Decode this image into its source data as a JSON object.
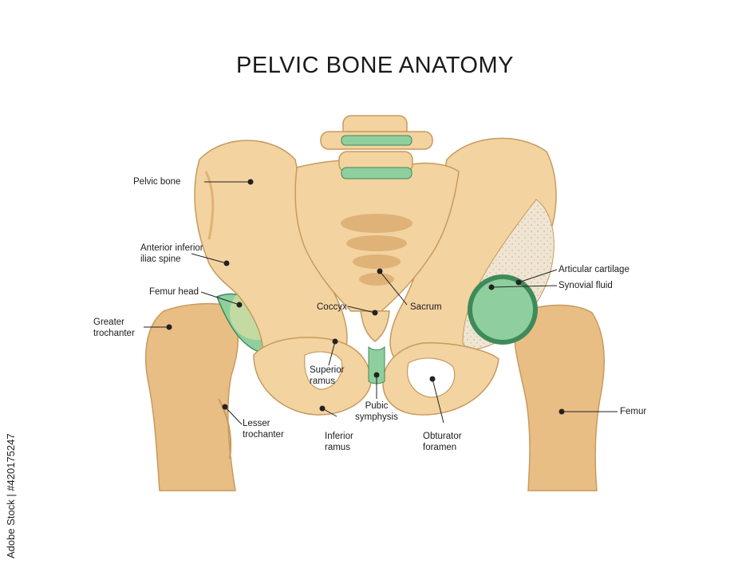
{
  "title": "PELVIC BONE ANATOMY",
  "labels": {
    "pelvic_bone": "Pelvic bone",
    "anterior_inferior_iliac_spine": "Anterior inferior\niliac spine",
    "femur_head": "Femur head",
    "greater_trochanter": "Greater\ntrochanter",
    "lesser_trochanter": "Lesser\ntrochanter",
    "coccyx": "Coccyx",
    "sacrum": "Sacrum",
    "superior_ramus": "Superior\nramus",
    "pubic_symphysis": "Pubic\nsymphysis",
    "inferior_ramus": "Inferior\nramus",
    "obturator_foramen": "Obturator\nforamen",
    "articular_cartilage": "Articular cartilage",
    "synovial_fluid": "Synovial fluid",
    "femur": "Femur"
  },
  "side_watermark": "Adobe Stock | #420175247",
  "colors": {
    "bone": "#f3d3a0",
    "bone_shade": "#dfb277",
    "bone_outline": "#c89a5e",
    "cartilage": "#8fcf9e",
    "cartilage_dark": "#3f8a5a",
    "spongy_bone": "#efe5d2",
    "highlight": "#f7e7a8"
  }
}
